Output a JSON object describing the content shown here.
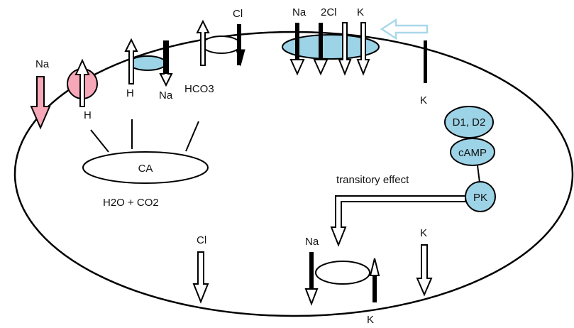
{
  "colors": {
    "stroke": "#000000",
    "blue_fill": "#9dd3e6",
    "pink_fill": "#f7a8b8",
    "light_blue_arrow": "#a9d8ea",
    "white": "#ffffff"
  },
  "ions": {
    "na_left": "Na",
    "h_exchanger_left": "H",
    "h_transporter": "H",
    "na_transporter": "Na",
    "hco3": "HCO3",
    "cl_top": "Cl",
    "na_cotransport": "Na",
    "two_cl_cotransport": "2Cl",
    "k_cotransport": "K",
    "k_right": "K",
    "cl_bottom": "Cl",
    "na_pump": "Na",
    "k_pump_bottom": "K",
    "k_bottom_right": "K"
  },
  "enzymes": {
    "ca": "CA",
    "ca_substrates": "H2O + CO2"
  },
  "signaling": {
    "d1_d2": "D1, D2",
    "camp": "cAMP",
    "pk": "PK",
    "transitory_effect": "transitory effect"
  }
}
